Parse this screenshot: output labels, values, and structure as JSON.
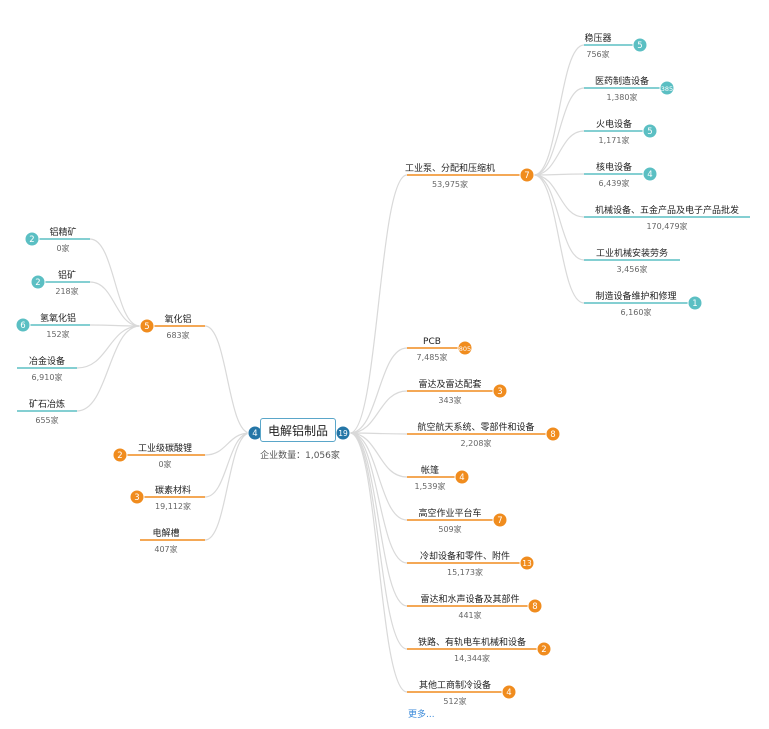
{
  "root": {
    "label": "电解铝制品",
    "count_text": "企业数量：1,056家",
    "left_badge": "4",
    "right_badge": "19"
  },
  "colors": {
    "orange": "#f08c1e",
    "teal": "#5bbfc3",
    "root_blue": "#2576a7",
    "line": "#d9d9d9"
  },
  "level1_left": [
    {
      "label": "氧化铝",
      "count": "683家",
      "badge": "5"
    },
    {
      "label": "工业级碳酸锂",
      "count": "0家",
      "badge": "2"
    },
    {
      "label": "碳素材料",
      "count": "19,112家",
      "badge": "3"
    },
    {
      "label": "电解槽",
      "count": "407家",
      "badge": ""
    }
  ],
  "level2_left": [
    {
      "label": "铝精矿",
      "count": "0家",
      "badge": "2"
    },
    {
      "label": "铝矿",
      "count": "218家",
      "badge": "2"
    },
    {
      "label": "氢氧化铝",
      "count": "152家",
      "badge": "6"
    },
    {
      "label": "冶金设备",
      "count": "6,910家",
      "badge": ""
    },
    {
      "label": "矿石冶炼",
      "count": "655家",
      "badge": ""
    }
  ],
  "level1_right": [
    {
      "label": "工业泵、分配和压缩机",
      "count": "53,975家",
      "badge": "7"
    },
    {
      "label": "PCB",
      "count": "7,485家",
      "badge": "805"
    },
    {
      "label": "雷达及雷达配套",
      "count": "343家",
      "badge": "3"
    },
    {
      "label": "航空航天系统、零部件和设备",
      "count": "2,208家",
      "badge": "8"
    },
    {
      "label": "帐篷",
      "count": "1,539家",
      "badge": "4"
    },
    {
      "label": "高空作业平台车",
      "count": "509家",
      "badge": "7"
    },
    {
      "label": "冷却设备和零件、附件",
      "count": "15,173家",
      "badge": "13"
    },
    {
      "label": "雷达和水声设备及其部件",
      "count": "441家",
      "badge": "8"
    },
    {
      "label": "铁路、有轨电车机械和设备",
      "count": "14,344家",
      "badge": "2"
    },
    {
      "label": "其他工商制冷设备",
      "count": "512家",
      "badge": "4"
    }
  ],
  "level2_right": [
    {
      "label": "稳压器",
      "count": "756家",
      "badge": "5"
    },
    {
      "label": "医药制造设备",
      "count": "1,380家",
      "badge": "385"
    },
    {
      "label": "火电设备",
      "count": "1,171家",
      "badge": "5"
    },
    {
      "label": "核电设备",
      "count": "6,439家",
      "badge": "4"
    },
    {
      "label": "机械设备、五金产品及电子产品批发",
      "count": "170,479家",
      "badge": ""
    },
    {
      "label": "工业机械安装劳务",
      "count": "3,456家",
      "badge": ""
    },
    {
      "label": "制造设备维护和修理",
      "count": "6,160家",
      "badge": "1"
    }
  ],
  "more_label": "更多..."
}
